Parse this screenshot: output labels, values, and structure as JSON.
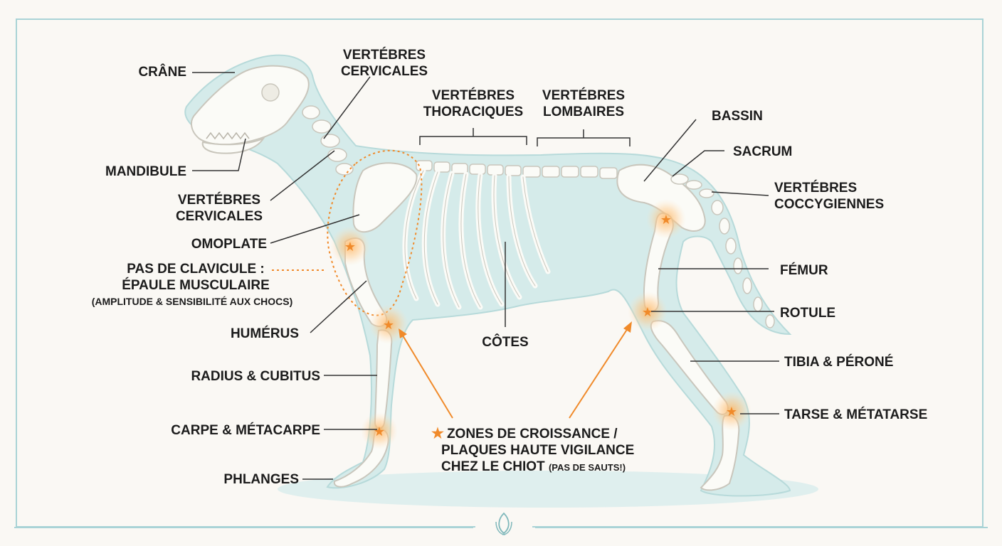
{
  "labels": {
    "crane": "CRÂNE",
    "mandibule": "MANDIBULE",
    "cervicales_top": [
      "VERTÉBRES",
      "CERVICALES"
    ],
    "cervicales_left": [
      "VERTÉBRES",
      "CERVICALES"
    ],
    "thoraciques": [
      "VERTÉBRES",
      "THORACIQUES"
    ],
    "lombaires": [
      "VERTÉBRES",
      "LOMBAIRES"
    ],
    "bassin": "BASSIN",
    "sacrum": "SACRUM",
    "coccygiennes": [
      "VERTÉBRES",
      "COCCYGIENNES"
    ],
    "omoplate": "OMOPLATE",
    "clavicule": [
      "PAS DE CLAVICULE :",
      "ÉPAULE MUSCULAIRE",
      "(AMPLITUDE & SENSIBILITÉ AUX CHOCS)"
    ],
    "humerus": "HUMÉRUS",
    "radius": "RADIUS & CUBITUS",
    "carpe": "CARPE & MÉTACARPE",
    "phalanges": "PHLANGES",
    "cotes": "CÔTES",
    "femur": "FÉMUR",
    "rotule": "ROTULE",
    "tibia": "TIBIA & PÉRONÉ",
    "tarse": "TARSE & MÉTATARSE"
  },
  "growth_note": {
    "star": "★",
    "line1": "ZONES DE CROISSANCE /",
    "line2": "PLAQUES HAUTE VIGILANCE",
    "line3_main": "CHEZ LE CHIOT ",
    "line3_sub": "(PAS DE SAUTS!)"
  },
  "colors": {
    "accent": "#f08a2a",
    "body_fill": "#d5ebea",
    "bone": "#fbfbf7",
    "frame": "#a9d3d6"
  },
  "icons": {
    "footer_logo": "leaf-drop-logo"
  }
}
